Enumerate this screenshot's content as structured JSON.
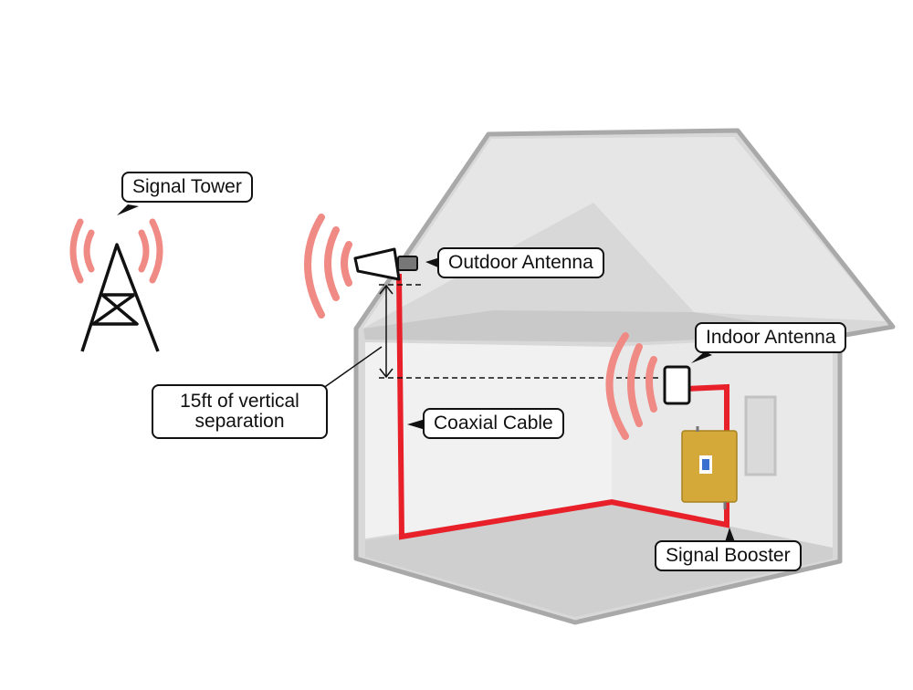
{
  "labels": {
    "signal_tower": "Signal Tower",
    "outdoor_antenna": "Outdoor Antenna",
    "indoor_antenna": "Indoor Antenna",
    "separation_line1": "15ft of vertical",
    "separation_line2": "separation",
    "coaxial_cable": "Coaxial Cable",
    "signal_booster": "Signal Booster"
  },
  "colors": {
    "cable": "#e8202a",
    "signal_waves": "#f08a85",
    "booster": "#d4a93a",
    "house_wall": "#ececec",
    "house_outline": "#a9a9a9"
  }
}
